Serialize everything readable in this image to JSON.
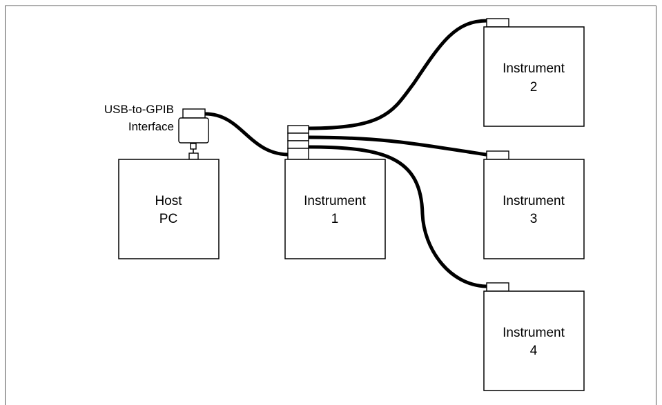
{
  "interface": {
    "label_line1": "USB-to-GPIB",
    "label_line2": "Interface"
  },
  "host_pc": {
    "line1": "Host",
    "line2": "PC"
  },
  "instrument_1": {
    "line1": "Instrument",
    "line2": "1"
  },
  "instrument_2": {
    "line1": "Instrument",
    "line2": "2"
  },
  "instrument_3": {
    "line1": "Instrument",
    "line2": "3"
  },
  "instrument_4": {
    "line1": "Instrument",
    "line2": "4"
  }
}
